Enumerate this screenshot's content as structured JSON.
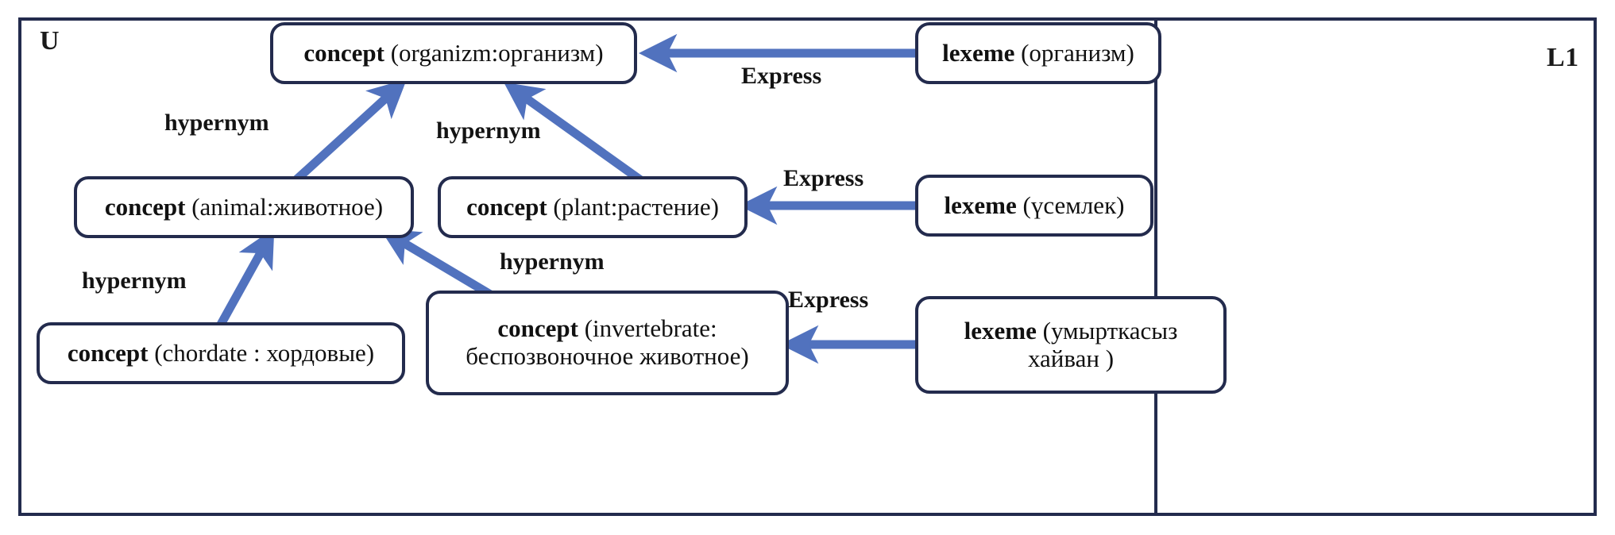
{
  "diagram": {
    "title": "Concept-lexeme mapping between universal concept space and language L1",
    "colors": {
      "border": "#232b4d",
      "arrow": "#5172be",
      "text": "#111111",
      "background": "#ffffff"
    },
    "spaces": [
      {
        "id": "U",
        "label": "U"
      },
      {
        "id": "L1",
        "label": "L1"
      }
    ],
    "nodes": [
      {
        "id": "concept-organizm",
        "kind": "concept",
        "value": "(organizm:организм)",
        "lines": [
          "(organizm:организм)"
        ]
      },
      {
        "id": "concept-animal",
        "kind": "concept",
        "value": "(animal:животное)",
        "lines": [
          "(animal:животное)"
        ]
      },
      {
        "id": "concept-plant",
        "kind": "concept",
        "value": "(plant:растение)",
        "lines": [
          "(plant:растение)"
        ]
      },
      {
        "id": "concept-chordate",
        "kind": "concept",
        "value": "(chordate : хордовые)",
        "lines": [
          "(chordate : хордовые)"
        ]
      },
      {
        "id": "concept-invertebrate",
        "kind": "concept",
        "value": "(invertebrate: беспозвоночное животное)",
        "lines": [
          "(invertebrate:",
          "беспозвоночное животное)"
        ]
      },
      {
        "id": "lexeme-organizm",
        "kind": "lexeme",
        "value": "(организм)",
        "lines": [
          "(организм)"
        ]
      },
      {
        "id": "lexeme-usemlek",
        "kind": "lexeme",
        "value": "(үсемлек)",
        "lines": [
          "(үсемлек)"
        ]
      },
      {
        "id": "lexeme-umyrtkasyz",
        "kind": "lexeme",
        "value": "(умырткасыз хайван )",
        "lines": [
          "(умырткасыз",
          "хайван )"
        ]
      }
    ],
    "edges": [
      {
        "id": "e-animal-organizm",
        "label": "hypernym",
        "from": "concept-animal",
        "to": "concept-organizm"
      },
      {
        "id": "e-plant-organizm",
        "label": "hypernym",
        "from": "concept-plant",
        "to": "concept-organizm"
      },
      {
        "id": "e-chordate-animal",
        "label": "hypernym",
        "from": "concept-chordate",
        "to": "concept-animal"
      },
      {
        "id": "e-invertebrate-animal",
        "label": "hypernym",
        "from": "concept-invertebrate",
        "to": "concept-animal"
      },
      {
        "id": "e-express-organizm",
        "label": "Express",
        "from": "lexeme-organizm",
        "to": "concept-organizm"
      },
      {
        "id": "e-express-plant",
        "label": "Express",
        "from": "lexeme-usemlek",
        "to": "concept-plant"
      },
      {
        "id": "e-express-invertebrate",
        "label": "Express",
        "from": "lexeme-umyrtkasyz",
        "to": "concept-invertebrate"
      }
    ]
  }
}
